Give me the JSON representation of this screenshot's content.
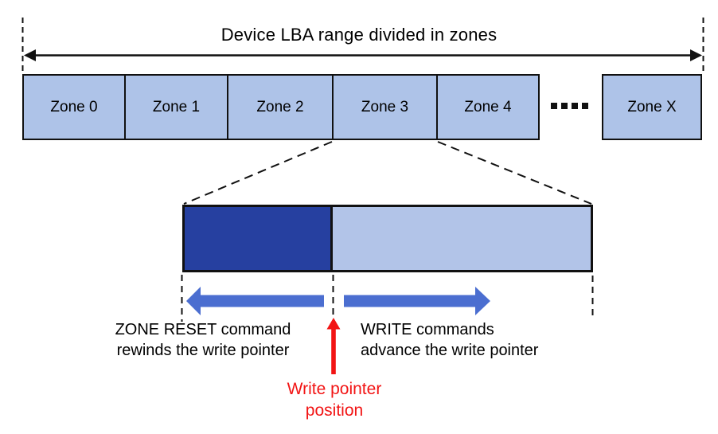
{
  "title": "Device LBA range divided in zones",
  "zones": {
    "labels": [
      "Zone 0",
      "Zone 1",
      "Zone 2",
      "Zone 3",
      "Zone 4"
    ],
    "last_label": "Zone X",
    "ellipsis_dots": 4
  },
  "annotations": {
    "reset": [
      "ZONE RESET command",
      "rewinds the write pointer"
    ],
    "write": [
      "WRITE commands",
      "advance the write pointer"
    ],
    "pointer": [
      "Write pointer",
      "position"
    ]
  },
  "colors": {
    "zone_fill": "#AEC3E8",
    "written_fill": "#2640A0",
    "unwritten_fill": "#B2C4E8",
    "arrow_blue": "#4B6ED0",
    "pointer_red": "#F21414",
    "line_black": "#111111"
  }
}
